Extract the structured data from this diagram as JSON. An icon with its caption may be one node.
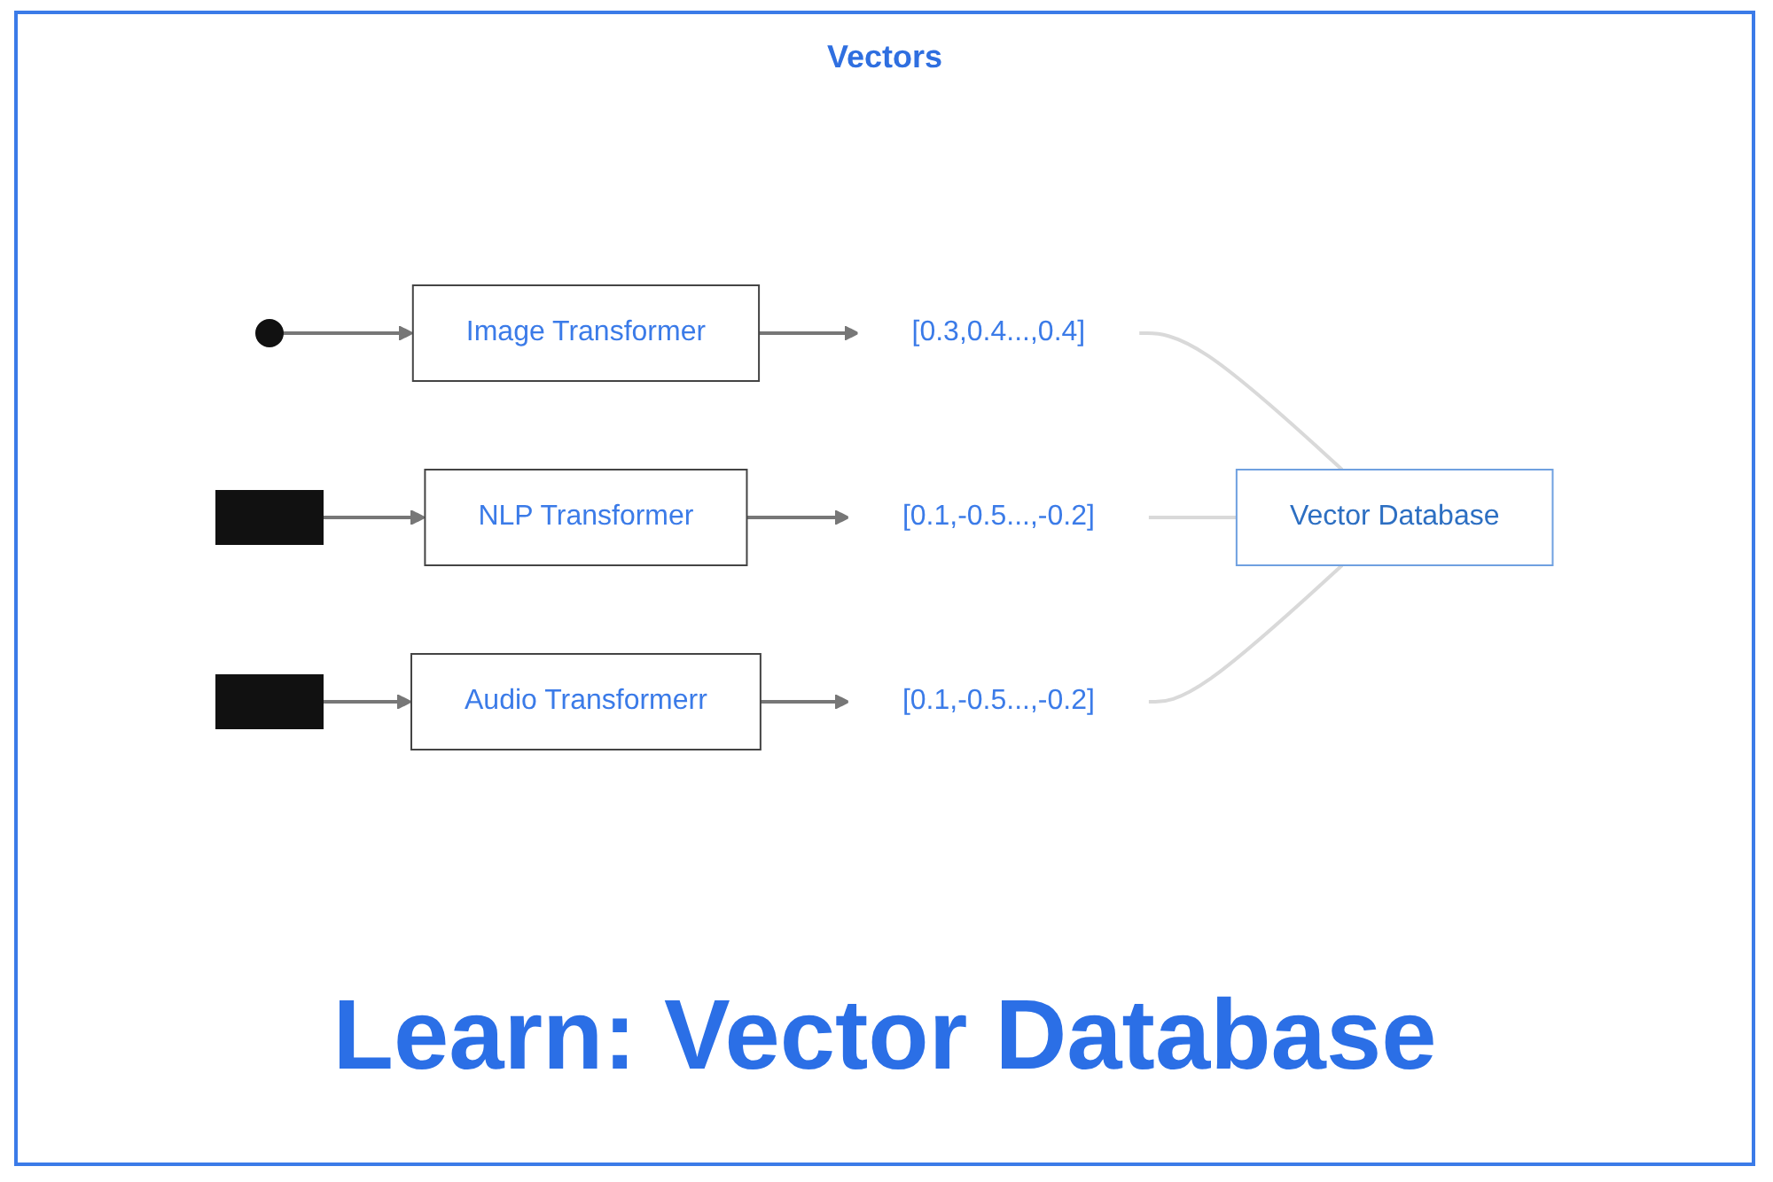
{
  "diagram": {
    "title": "Learn: Vector Database",
    "nodes": [
      {
        "text": [],
        "shape": "circle"
      },
      {
        "text": [],
        "shape": "box"
      },
      {
        "text": [],
        "shape": "box"
      },
      {
        "text": [
          "Image Transformer"
        ]
      },
      {
        "text": [
          "NLP Transformer"
        ]
      },
      {
        "text": [
          "Audio Transformerr"
        ]
      },
      {
        "text": [
          "[0.3,0.4...,0.4]"
        ]
      },
      {
        "text": [
          "[0.1,-0.5...,-0.2]"
        ]
      },
      {
        "text": [
          "[0.1,-0.5...,-0.2]"
        ]
      },
      {
        "text": [
          "Vector Database"
        ]
      }
    ],
    "edges": [
      {
        "from": 0,
        "to": 3,
        "arrow": "to"
      },
      {
        "from": 3,
        "to": 6,
        "arrow": "to"
      },
      {
        "from": 1,
        "to": 4,
        "arrow": "to"
      },
      {
        "from": 4,
        "to": 7,
        "arrow": "to"
      },
      {
        "from": 2,
        "to": 5,
        "arrow": "to"
      },
      {
        "from": 5,
        "to": 8,
        "arrow": "to"
      },
      {
        "from": 6,
        "to": 9,
        "arrow": "none",
        "color": "#d9d9d9"
      },
      {
        "from": 7,
        "to": 9,
        "arrow": "none",
        "color": "#d9d9d9"
      },
      {
        "from": 8,
        "to": 9,
        "arrow": "none",
        "color": "#d9d9d9"
      }
    ],
    "labels": [
      "Vectors"
    ]
  }
}
